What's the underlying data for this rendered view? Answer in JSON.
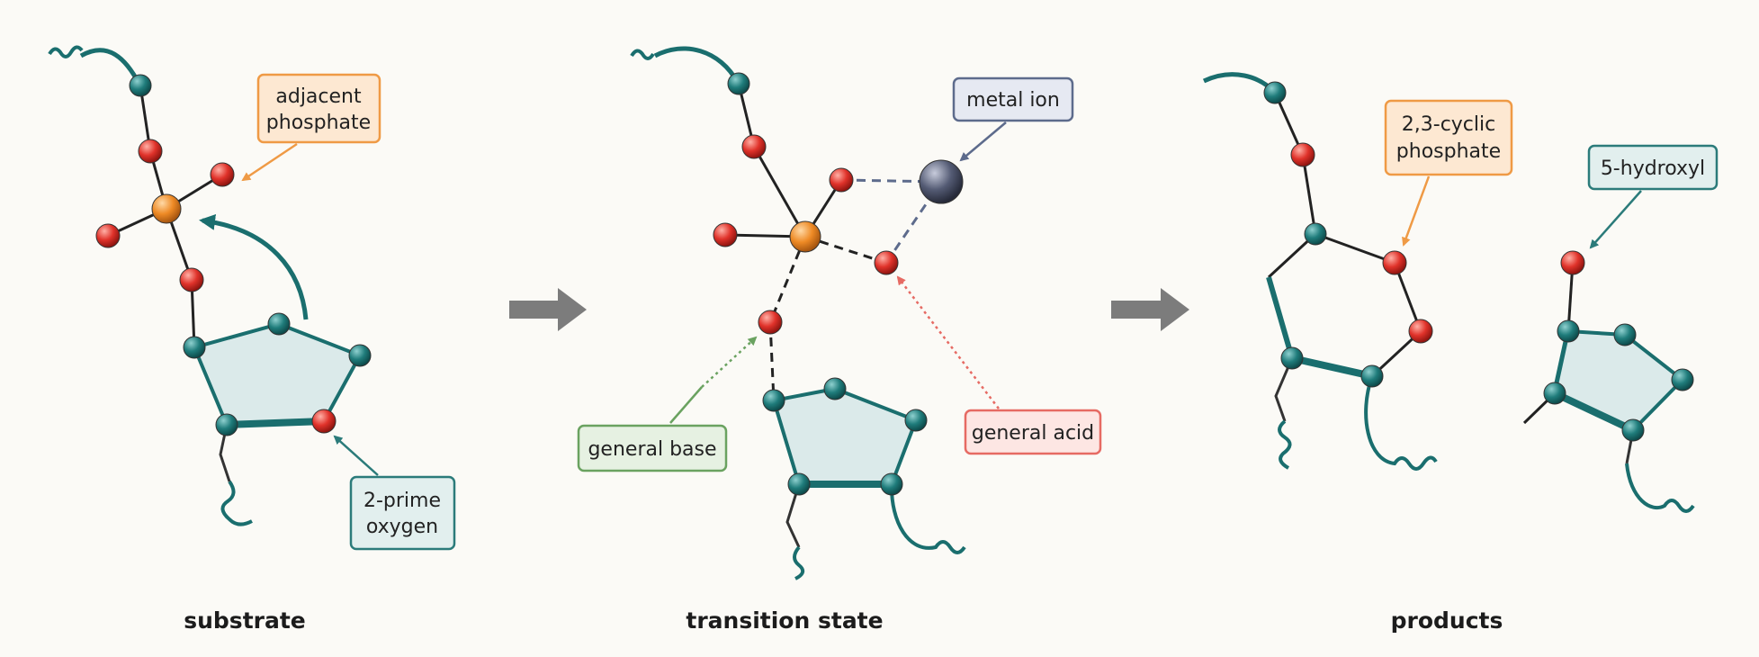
{
  "panels": {
    "substrate": {
      "caption": "substrate",
      "adjacent_phosphate_label": [
        "adjacent",
        "phosphate"
      ],
      "two_prime_oxygen_label": [
        "2-prime",
        "oxygen"
      ]
    },
    "transition_state": {
      "caption": "transition state",
      "metal_ion_label": "metal ion",
      "general_base_label": "general base",
      "general_acid_label": "general acid"
    },
    "products": {
      "caption": "products",
      "cyclic_phosphate_label": [
        "2,3-cyclic",
        "phosphate"
      ],
      "five_hydroxyl_label": "5-hydroxyl"
    }
  },
  "colors": {
    "teal": "#1a6e6e",
    "oxygen": "#e0322a",
    "phosphorus": "#ee8a25",
    "metal": "#4f5670",
    "orange_box": "#ef9a45",
    "teal_box": "#2b7b7a",
    "navy_box": "#5d6b8c",
    "green_box": "#6aa260",
    "red_box": "#e66a63",
    "arrow": "#7c7c7c",
    "ring_fill": "#dbeaea"
  },
  "icons": [
    "reaction-arrow-icon",
    "reaction-arrow-icon"
  ]
}
